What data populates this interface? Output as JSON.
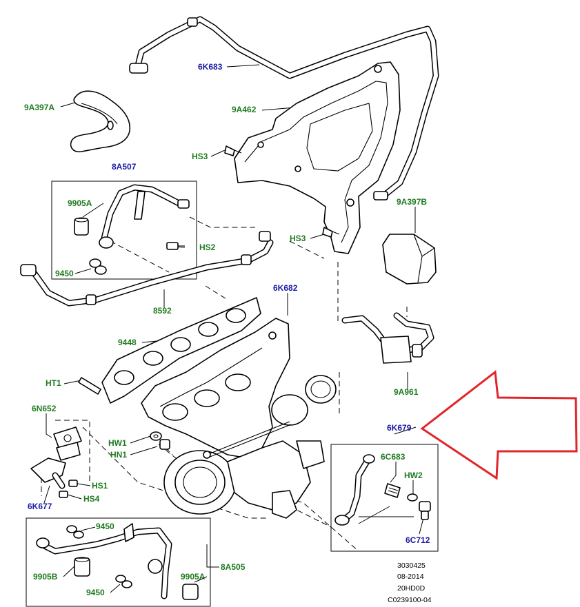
{
  "labels": {
    "l_6K683": "6K683",
    "l_9A397A": "9A397A",
    "l_9A462": "9A462",
    "l_HS3_top": "HS3",
    "l_8A507": "8A507",
    "l_9905A_top": "9905A",
    "l_HS2": "HS2",
    "l_HS3_mid": "HS3",
    "l_9A397B": "9A397B",
    "l_9450_top": "9450",
    "l_8592": "8592",
    "l_6K682": "6K682",
    "l_9448": "9448",
    "l_HT1": "HT1",
    "l_9A961": "9A961",
    "l_6N652": "6N652",
    "l_6K679": "6K679",
    "l_HW1": "HW1",
    "l_HN1": "HN1",
    "l_6C683": "6C683",
    "l_HW2": "HW2",
    "l_HS1": "HS1",
    "l_HS4": "HS4",
    "l_6K677": "6K677",
    "l_6C712": "6C712",
    "l_9450_bot1": "9450",
    "l_8A505": "8A505",
    "l_9905B": "9905B",
    "l_9905A_bot": "9905A",
    "l_9450_bot2": "9450"
  },
  "label_colors": {
    "part_number_green": "#1f7a1f",
    "part_number_blue": "#1a1aa6",
    "callout_arrow": "#e0262b"
  },
  "footer": {
    "line1": "3030425",
    "line2": "08-2014",
    "line3": "20HD0D",
    "line4": "C0239100-04"
  }
}
